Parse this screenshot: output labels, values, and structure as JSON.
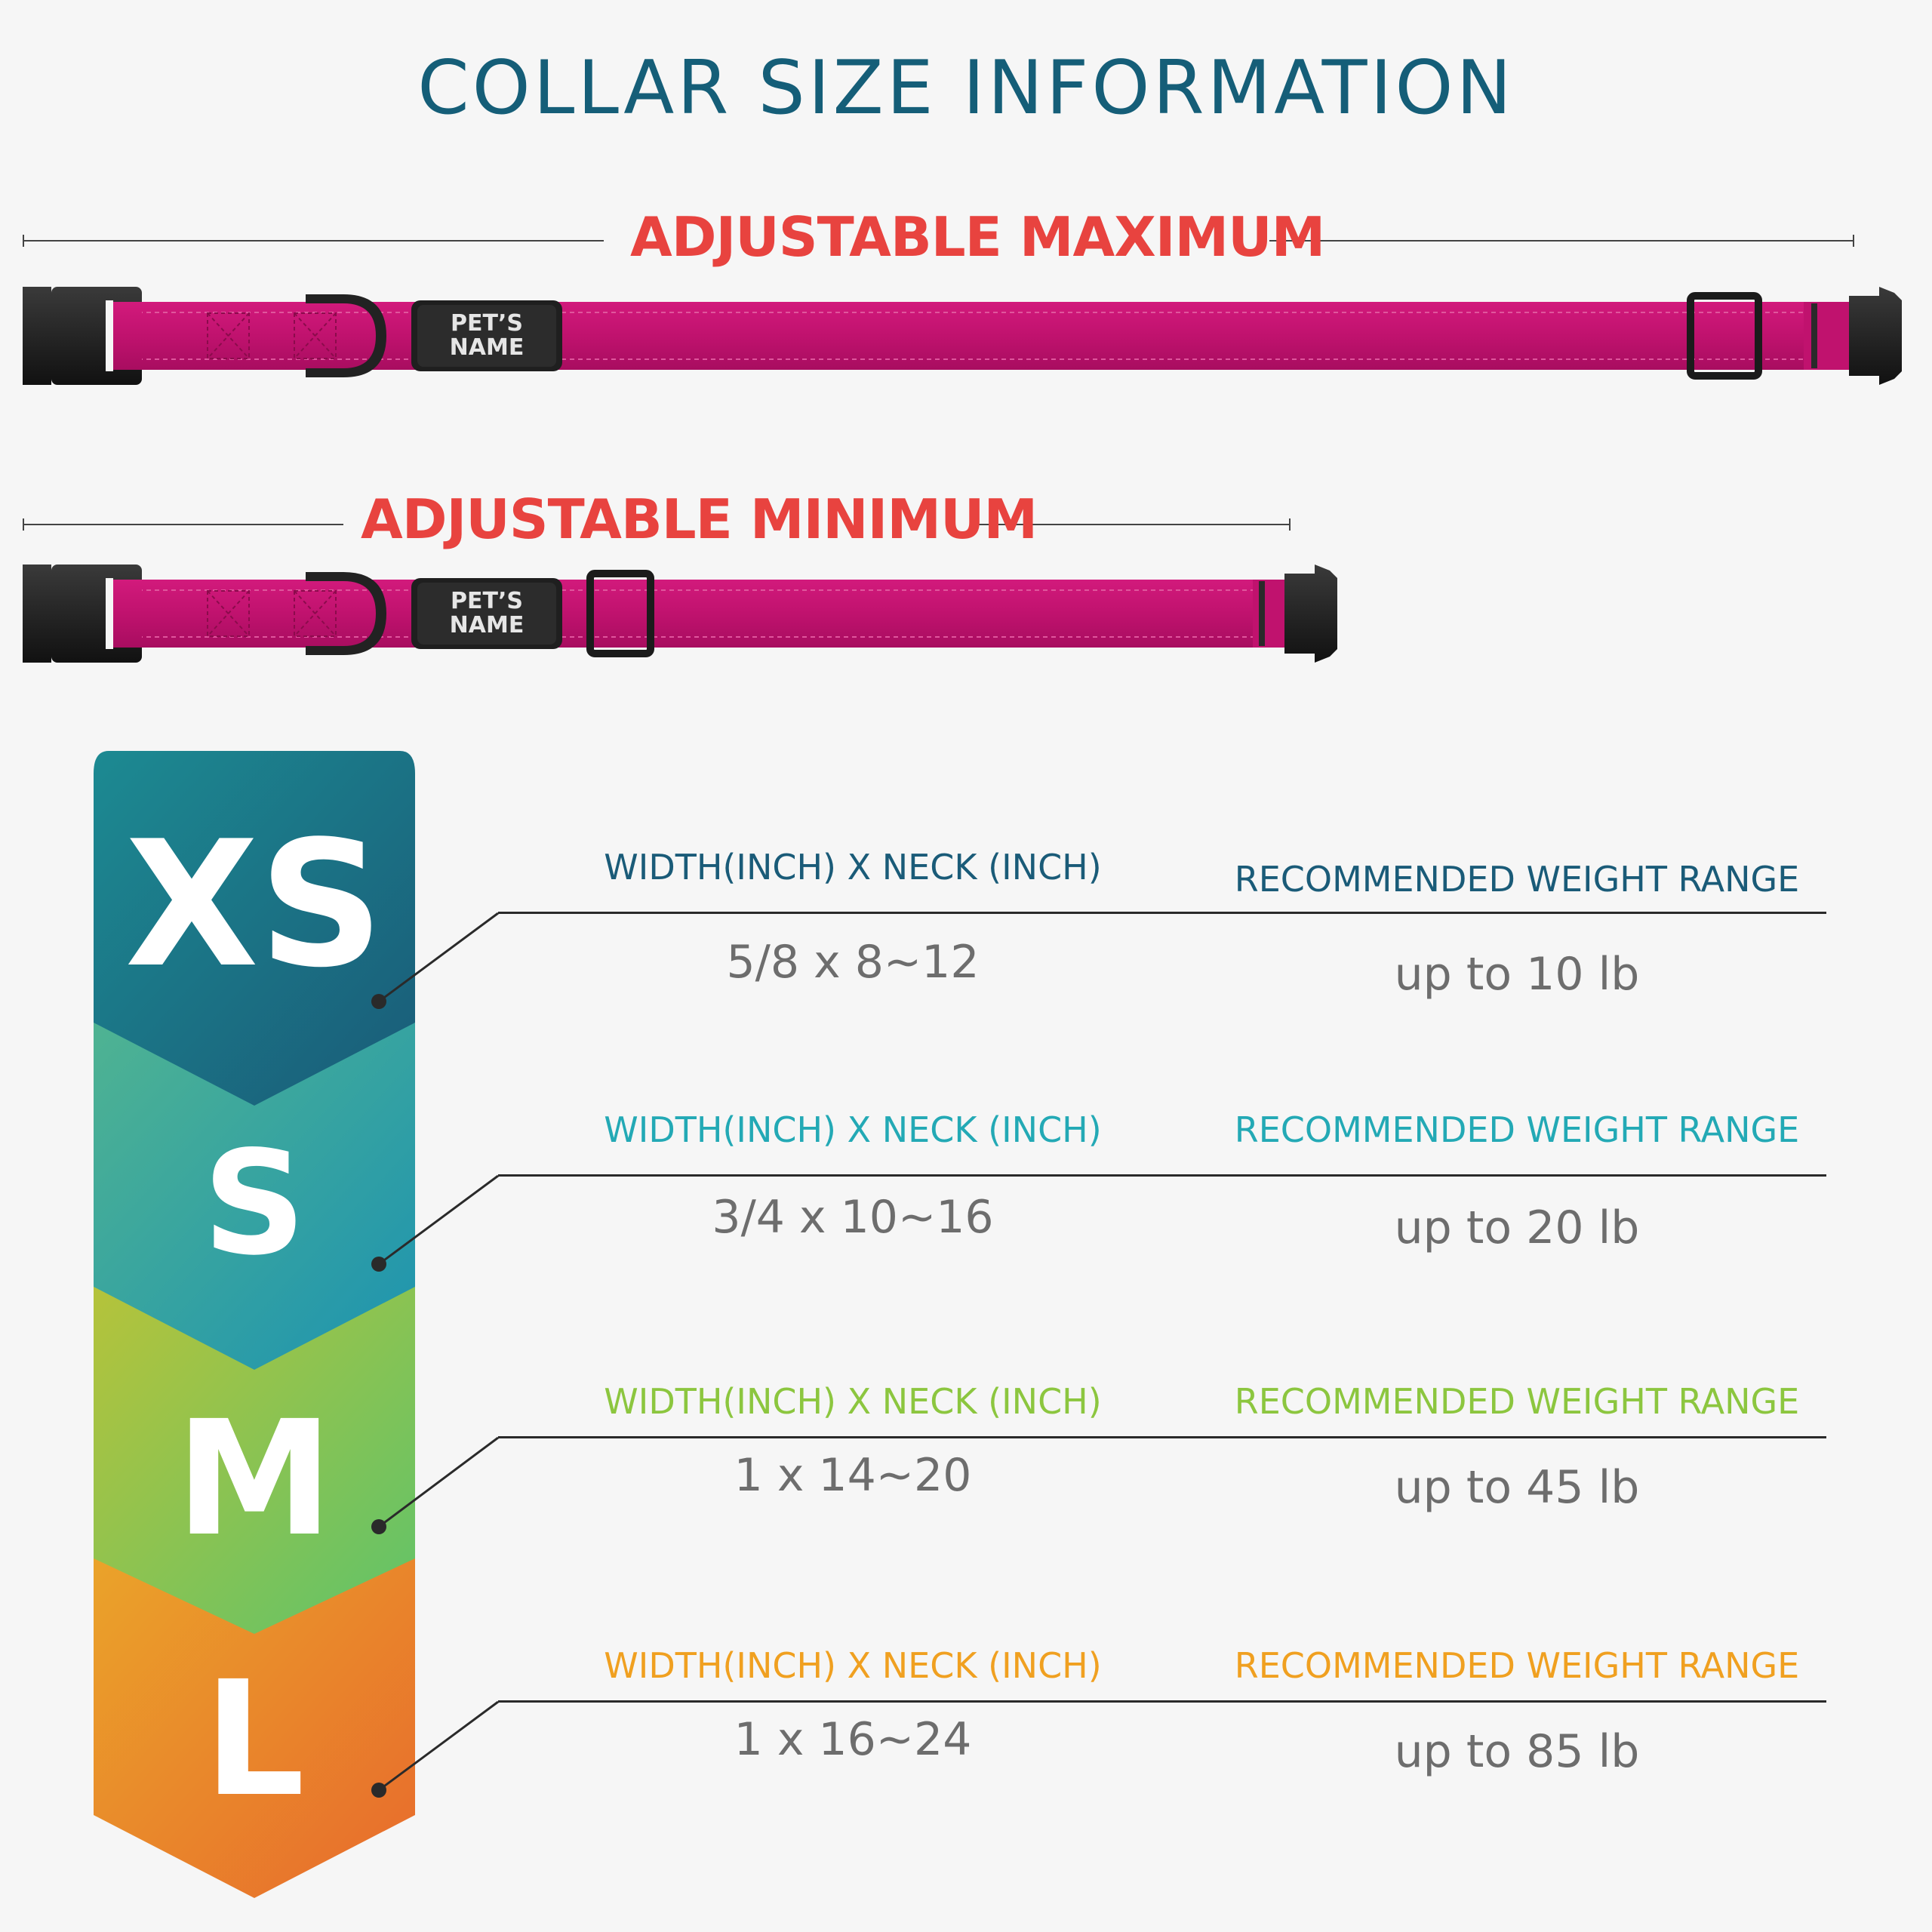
{
  "page": {
    "title": "COLLAR SIZE INFORMATION"
  },
  "collars": {
    "maximum": {
      "label": "ADJUSTABLE MAXIMUM"
    },
    "minimum": {
      "label": "ADJUSTABLE MINIMUM"
    },
    "name_tag": {
      "line1": "PET’S",
      "line2": "NAME"
    },
    "webbing_color": "#c0126e"
  },
  "size_table": {
    "rows": [
      {
        "size": "XS",
        "color": "#1a6a80",
        "col1_header": "WIDTH(INCH) X NECK (INCH)",
        "col1_value": "5/8 x 8~12",
        "col2_header": "RECOMMENDED WEIGHT RANGE",
        "col2_value": "up to 10 lb"
      },
      {
        "size": "S",
        "color": "#23a0ad",
        "col1_header": "WIDTH(INCH) X NECK (INCH)",
        "col1_value": "3/4 x 10~16",
        "col2_header": "RECOMMENDED WEIGHT RANGE",
        "col2_value": "up to 20 lb"
      },
      {
        "size": "M",
        "color": "#8cc63f",
        "col1_header": "WIDTH(INCH) X NECK (INCH)",
        "col1_value": "1 x 14~20",
        "col2_header": "RECOMMENDED WEIGHT RANGE",
        "col2_value": "up to 45 lb"
      },
      {
        "size": "L",
        "color": "#f39c1f",
        "col1_header": "WIDTH(INCH) X NECK (INCH)",
        "col1_value": "1 x 16~24",
        "col2_header": "RECOMMENDED WEIGHT RANGE",
        "col2_value": "up to 85 lb"
      }
    ]
  }
}
